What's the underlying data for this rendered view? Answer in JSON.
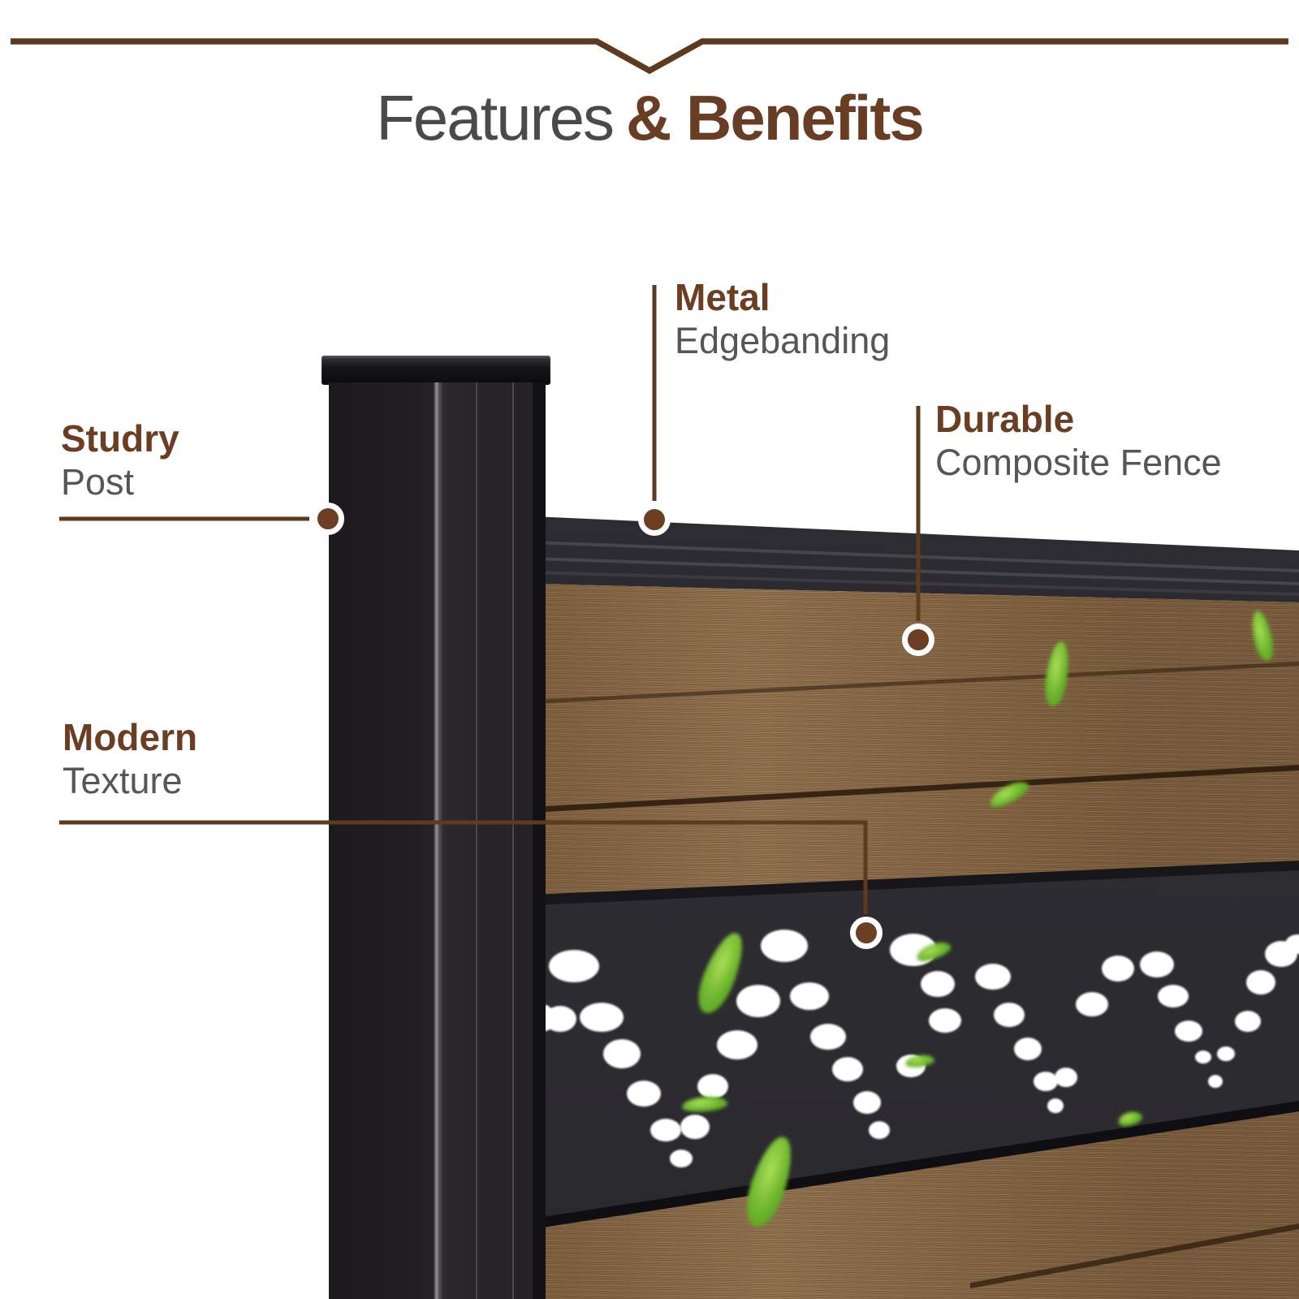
{
  "header": {
    "title_regular": "Features",
    "title_bold": "& Benefits"
  },
  "callouts": {
    "sturdy": {
      "bold": "Studry",
      "sub": "Post"
    },
    "metal": {
      "bold": "Metal",
      "sub": "Edgebanding"
    },
    "durable": {
      "bold": "Durable",
      "sub": "Composite Fence"
    },
    "modern": {
      "bold": "Modern",
      "sub": "Texture"
    }
  },
  "colors": {
    "accent_brown": "#5e3a1f",
    "title_gray": "#4a4a4c",
    "title_brown": "#693c24",
    "label_brown": "#6b3d22",
    "label_gray": "#55565a",
    "marker_fill": "#6c3e22",
    "marker_ring": "#ffffff",
    "wood_brown": "#8b6a46",
    "panel_charcoal": "#2e2d32",
    "leaf_green": "#6cb42c"
  },
  "fence": {
    "dots": [
      [
        672,
        1254,
        10,
        16
      ],
      [
        690,
        1255,
        20,
        16
      ],
      [
        707,
        1190,
        31,
        20
      ],
      [
        741,
        1253,
        27,
        18
      ],
      [
        766,
        1298,
        23,
        18
      ],
      [
        793,
        1347,
        21,
        16
      ],
      [
        820,
        1392,
        19,
        14
      ],
      [
        856,
        1388,
        18,
        15
      ],
      [
        839,
        1427,
        14,
        11
      ],
      [
        878,
        1338,
        19,
        15
      ],
      [
        908,
        1287,
        25,
        18
      ],
      [
        934,
        1233,
        27,
        20
      ],
      [
        966,
        1165,
        29,
        20
      ],
      [
        997,
        1227,
        24,
        17
      ],
      [
        1020,
        1277,
        22,
        16
      ],
      [
        1044,
        1317,
        19,
        15
      ],
      [
        1068,
        1358,
        17,
        14
      ],
      [
        1083,
        1392,
        13,
        11
      ],
      [
        1125,
        1170,
        29,
        20
      ],
      [
        1122,
        1313,
        18,
        14
      ],
      [
        1155,
        1212,
        21,
        16
      ],
      [
        1164,
        1257,
        20,
        15
      ],
      [
        1223,
        1203,
        22,
        16
      ],
      [
        1243,
        1250,
        19,
        15
      ],
      [
        1266,
        1292,
        17,
        14
      ],
      [
        1288,
        1332,
        15,
        12
      ],
      [
        1313,
        1327,
        14,
        12
      ],
      [
        1300,
        1362,
        10,
        9
      ],
      [
        1345,
        1237,
        20,
        15
      ],
      [
        1377,
        1193,
        20,
        16
      ],
      [
        1425,
        1188,
        21,
        16
      ],
      [
        1445,
        1227,
        19,
        14
      ],
      [
        1464,
        1270,
        17,
        13
      ],
      [
        1482,
        1302,
        10,
        8
      ],
      [
        1510,
        1298,
        11,
        9
      ],
      [
        1497,
        1332,
        9,
        8
      ],
      [
        1537,
        1258,
        16,
        13
      ],
      [
        1553,
        1210,
        18,
        15
      ],
      [
        1578,
        1175,
        20,
        16
      ],
      [
        1598,
        1163,
        15,
        12
      ]
    ],
    "leaves": [
      [
        1302,
        830,
        26,
        80,
        8
      ],
      [
        1555,
        783,
        22,
        62,
        -12
      ],
      [
        1243,
        978,
        52,
        20,
        -28
      ],
      [
        888,
        1198,
        38,
        105,
        22
      ],
      [
        868,
        1360,
        56,
        18,
        -5
      ],
      [
        948,
        1455,
        42,
        115,
        18
      ],
      [
        1150,
        1172,
        44,
        18,
        -20
      ],
      [
        1133,
        1307,
        36,
        14,
        -8
      ],
      [
        1392,
        1378,
        30,
        16,
        -15
      ]
    ]
  }
}
